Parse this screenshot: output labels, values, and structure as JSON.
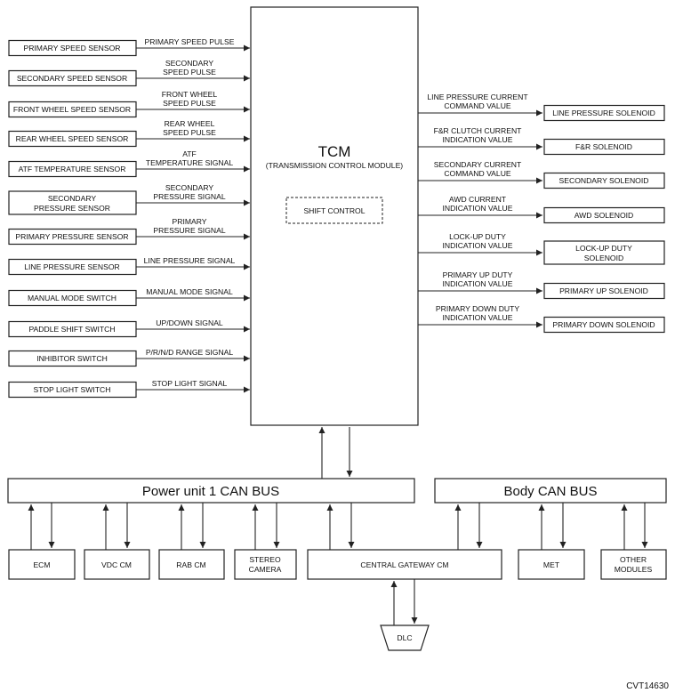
{
  "tcm": {
    "title": "TCM",
    "subtitle": "(TRANSMISSION CONTROL MODULE)",
    "shift_control": "SHIFT CONTROL"
  },
  "inputs": [
    {
      "box": [
        "PRIMARY SPEED SENSOR"
      ],
      "signal": [
        "PRIMARY SPEED PULSE"
      ]
    },
    {
      "box": [
        "SECONDARY SPEED SENSOR"
      ],
      "signal": [
        "SECONDARY",
        "SPEED PULSE"
      ]
    },
    {
      "box": [
        "FRONT WHEEL SPEED SENSOR"
      ],
      "signal": [
        "FRONT WHEEL",
        "SPEED PULSE"
      ]
    },
    {
      "box": [
        "REAR WHEEL SPEED SENSOR"
      ],
      "signal": [
        "REAR WHEEL",
        "SPEED PULSE"
      ]
    },
    {
      "box": [
        "ATF TEMPERATURE SENSOR"
      ],
      "signal": [
        "ATF",
        "TEMPERATURE SIGNAL"
      ]
    },
    {
      "box": [
        "SECONDARY",
        "PRESSURE SENSOR"
      ],
      "signal": [
        "SECONDARY",
        "PRESSURE SIGNAL"
      ]
    },
    {
      "box": [
        "PRIMARY PRESSURE SENSOR"
      ],
      "signal": [
        "PRIMARY",
        "PRESSURE SIGNAL"
      ]
    },
    {
      "box": [
        "LINE PRESSURE SENSOR"
      ],
      "signal": [
        "LINE PRESSURE SIGNAL"
      ]
    },
    {
      "box": [
        "MANUAL MODE SWITCH"
      ],
      "signal": [
        "MANUAL MODE SIGNAL"
      ]
    },
    {
      "box": [
        "PADDLE SHIFT SWITCH"
      ],
      "signal": [
        "UP/DOWN SIGNAL"
      ]
    },
    {
      "box": [
        "INHIBITOR SWITCH"
      ],
      "signal": [
        "P/R/N/D RANGE SIGNAL"
      ]
    },
    {
      "box": [
        "STOP LIGHT SWITCH"
      ],
      "signal": [
        "STOP LIGHT SIGNAL"
      ]
    }
  ],
  "outputs": [
    {
      "signal": [
        "LINE PRESSURE CURRENT",
        "COMMAND VALUE"
      ],
      "box": [
        "LINE PRESSURE SOLENOID"
      ]
    },
    {
      "signal": [
        "F&R CLUTCH CURRENT",
        "INDICATION VALUE"
      ],
      "box": [
        "F&R SOLENOID"
      ]
    },
    {
      "signal": [
        "SECONDARY CURRENT",
        "COMMAND VALUE"
      ],
      "box": [
        "SECONDARY SOLENOID"
      ]
    },
    {
      "signal": [
        "AWD CURRENT",
        "INDICATION VALUE"
      ],
      "box": [
        "AWD SOLENOID"
      ]
    },
    {
      "signal": [
        "LOCK-UP DUTY",
        "INDICATION VALUE"
      ],
      "box": [
        "LOCK-UP DUTY",
        "SOLENOID"
      ]
    },
    {
      "signal": [
        "PRIMARY UP DUTY",
        "INDICATION VALUE"
      ],
      "box": [
        "PRIMARY UP SOLENOID"
      ]
    },
    {
      "signal": [
        "PRIMARY DOWN DUTY",
        "INDICATION VALUE"
      ],
      "box": [
        "PRIMARY DOWN SOLENOID"
      ]
    }
  ],
  "buses": {
    "power": "Power unit 1 CAN BUS",
    "body": "Body CAN BUS"
  },
  "modules": {
    "ecm": [
      "ECM"
    ],
    "vdc": [
      "VDC CM"
    ],
    "rab": [
      "RAB CM"
    ],
    "stereo": [
      "STEREO",
      "CAMERA"
    ],
    "gateway": [
      "CENTRAL GATEWAY CM"
    ],
    "met": [
      "MET"
    ],
    "other": [
      "OTHER",
      "MODULES"
    ],
    "dlc": [
      "DLC"
    ]
  },
  "figure_code": "CVT14630"
}
